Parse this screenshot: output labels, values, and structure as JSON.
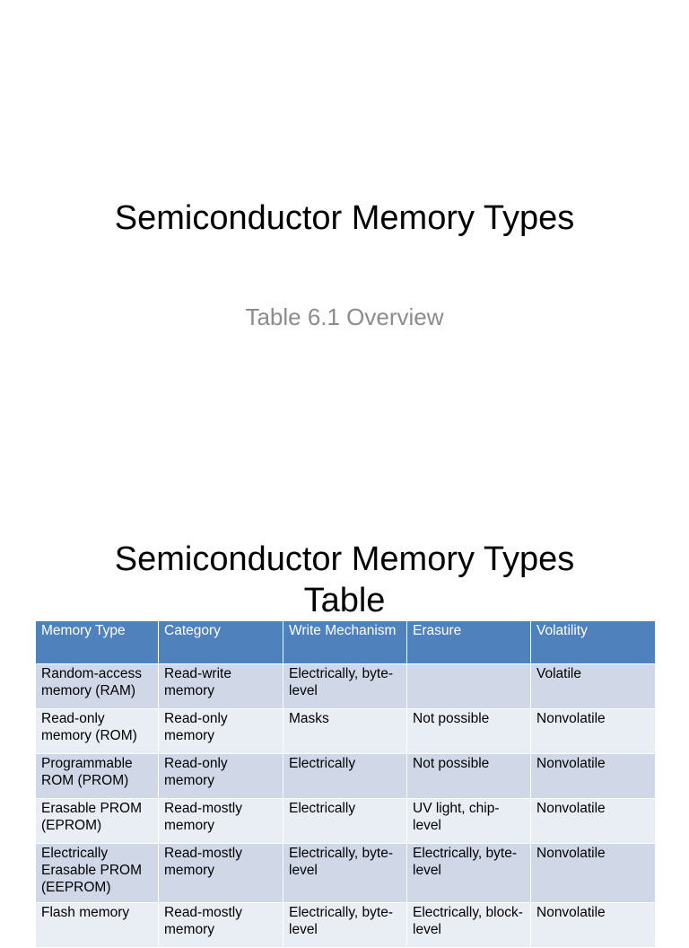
{
  "slides": [
    {
      "title": "Semiconductor Memory Types",
      "subtitle": "Table 6.1 Overview"
    },
    {
      "title_line1": "Semiconductor Memory Types",
      "title_line2": "Table",
      "table": {
        "headers": [
          "Memory Type",
          "Category",
          "Write Mechanism",
          "Erasure",
          "Volatility"
        ],
        "rows": [
          [
            "Random-access memory (RAM)",
            "Read-write memory",
            "Electrically, byte-level",
            "",
            "Volatile"
          ],
          [
            "Read-only memory (ROM)",
            "Read-only memory",
            "Masks",
            "Not possible",
            "Nonvolatile"
          ],
          [
            "Programmable ROM (PROM)",
            "Read-only memory",
            "Electrically",
            "Not possible",
            "Nonvolatile"
          ],
          [
            "Erasable PROM (EPROM)",
            "Read-mostly memory",
            "Electrically",
            "UV light, chip-level",
            "Nonvolatile"
          ],
          [
            "Electrically Erasable PROM (EEPROM)",
            "Read-mostly memory",
            "Electrically, byte-level",
            "Electrically, byte-level",
            "Nonvolatile"
          ],
          [
            "Flash memory",
            "Read-mostly memory",
            "Electrically, byte-level",
            "Electrically, block-level",
            "Nonvolatile"
          ]
        ]
      }
    }
  ],
  "colors": {
    "header_bg": "#4f81bd",
    "row_odd_bg": "#d0d8e8",
    "row_even_bg": "#e9edf4",
    "subtitle": "#8c8c8c"
  }
}
